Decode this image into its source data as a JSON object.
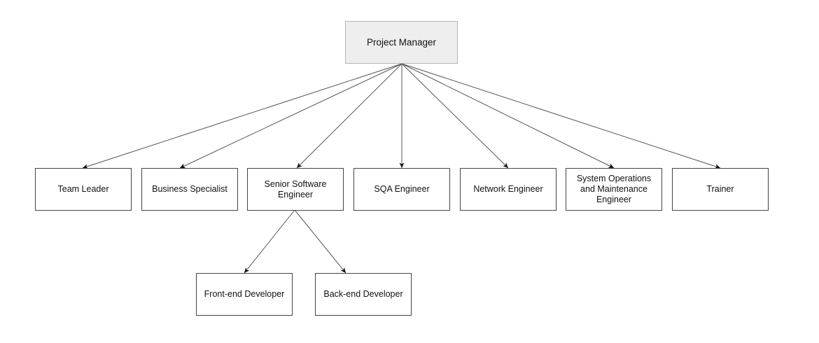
{
  "diagram": {
    "root": {
      "label": "Project Manager",
      "fill": "#eeeeee",
      "border": "#b5b5b5"
    },
    "level1": [
      {
        "label": "Team Leader"
      },
      {
        "label": "Business Specialist"
      },
      {
        "label": "Senior Software Engineer"
      },
      {
        "label": "SQA Engineer"
      },
      {
        "label": "Network Engineer"
      },
      {
        "label": "System Operations and Maintenance Engineer"
      },
      {
        "label": "Trainer"
      }
    ],
    "level2": [
      {
        "label": "Front-end Developer",
        "parent": "Senior Software Engineer"
      },
      {
        "label": "Back-end Developer",
        "parent": "Senior Software Engineer"
      }
    ],
    "edges": [
      [
        "Project Manager",
        "Team Leader"
      ],
      [
        "Project Manager",
        "Business Specialist"
      ],
      [
        "Project Manager",
        "Senior Software Engineer"
      ],
      [
        "Project Manager",
        "SQA Engineer"
      ],
      [
        "Project Manager",
        "Network Engineer"
      ],
      [
        "Project Manager",
        "System Operations and Maintenance Engineer"
      ],
      [
        "Project Manager",
        "Trainer"
      ],
      [
        "Senior Software Engineer",
        "Front-end Developer"
      ],
      [
        "Senior Software Engineer",
        "Back-end Developer"
      ]
    ],
    "colors": {
      "node_border": "#444444",
      "edge": "#444444",
      "arrowhead": "#111111"
    }
  }
}
